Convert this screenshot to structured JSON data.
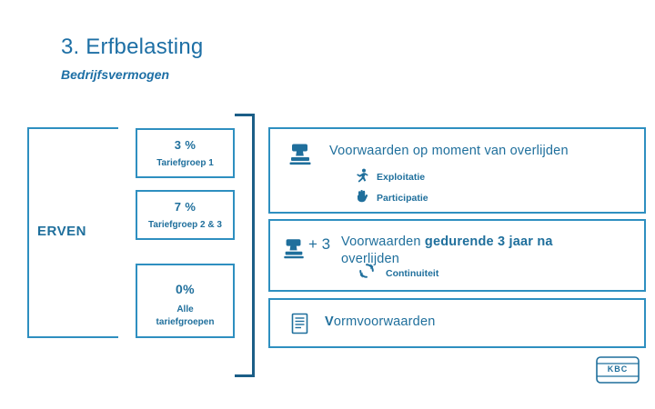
{
  "slide": {
    "title": "3. Erfbelasting",
    "subtitle": "Bedrijfsvermogen",
    "accent_color": "#1f6f9c",
    "border_color": "#2e8fc0"
  },
  "left": {
    "label": "ERVEN"
  },
  "tariffs": [
    {
      "pct": "3 %",
      "name": "Tariefgroep 1"
    },
    {
      "pct": "7 %",
      "name": "Tariefgroep 2 & 3"
    },
    {
      "pct": "0%",
      "name": "Alle tariefgroepen"
    }
  ],
  "panels": {
    "a": {
      "icon": "stamp-icon",
      "title": "Voorwaarden op moment van overlijden",
      "items": [
        {
          "icon": "person-running-icon",
          "label": "Exploitatie"
        },
        {
          "icon": "hand-icon",
          "label": "Participatie"
        }
      ]
    },
    "b": {
      "icon": "stamp-icon",
      "plus": "+ 3",
      "title_part1": "Voorwaarden ",
      "title_bold": "gedurende 3 jaar na",
      "title_part2": "overlijden",
      "items": [
        {
          "icon": "cycle-arrows-icon",
          "label": "Continuiteit"
        }
      ]
    },
    "c": {
      "icon": "document-icon",
      "title_bold": "V",
      "title_rest": "ormvoorwaarden"
    }
  },
  "logo": {
    "text": "KBC"
  }
}
